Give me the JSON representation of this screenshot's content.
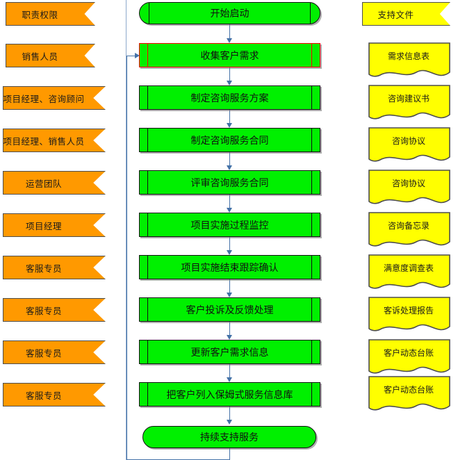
{
  "columns": {
    "responsibility_header": "职责权限",
    "process_header": "开始启动",
    "documents_header": "支持文件"
  },
  "responsibilities": [
    {
      "label": "职责权限",
      "role": "header"
    },
    {
      "label": "销售人员"
    },
    {
      "label": "项目经理、咨询顾问"
    },
    {
      "label": "项目经理、销售人员"
    },
    {
      "label": "运营团队"
    },
    {
      "label": "项目经理"
    },
    {
      "label": "客服专员"
    },
    {
      "label": "客服专员"
    },
    {
      "label": "客服专员"
    },
    {
      "label": "客服专员"
    }
  ],
  "process": {
    "start": {
      "label": "开始启动",
      "shape": "terminator"
    },
    "steps": [
      {
        "label": "收集客户需求",
        "shape": "predefined-process",
        "highlight": true,
        "border_color": "#ff0000"
      },
      {
        "label": "制定咨询服务方案",
        "shape": "predefined-process",
        "highlight": false,
        "border_color": "#111111"
      },
      {
        "label": "制定咨询服务合同",
        "shape": "predefined-process",
        "highlight": false,
        "border_color": "#111111"
      },
      {
        "label": "评审咨询服务合同",
        "shape": "predefined-process",
        "highlight": false,
        "border_color": "#111111"
      },
      {
        "label": "项目实施过程监控",
        "shape": "predefined-process",
        "highlight": false,
        "border_color": "#111111"
      },
      {
        "label": "项目实施结束跟踪确认",
        "shape": "predefined-process",
        "highlight": false,
        "border_color": "#111111"
      },
      {
        "label": "客户投诉及反馈处理",
        "shape": "predefined-process",
        "highlight": false,
        "border_color": "#111111"
      },
      {
        "label": "更新客户需求信息",
        "shape": "predefined-process",
        "highlight": false,
        "border_color": "#111111"
      },
      {
        "label": "把客户列入保姆式服务信息库",
        "shape": "predefined-process",
        "highlight": false,
        "border_color": "#111111"
      }
    ],
    "end": {
      "label": "持续支持服务",
      "shape": "terminator-rounded"
    },
    "feedback_loop": {
      "from": "持续支持服务",
      "to": "收集客户需求",
      "description": "loop back from end to first step"
    }
  },
  "documents": [
    {
      "label": "支持文件",
      "shape": "banner"
    },
    {
      "label": "需求信息表",
      "shape": "document"
    },
    {
      "label": "咨询建议书",
      "shape": "document"
    },
    {
      "label": "咨询协议",
      "shape": "document"
    },
    {
      "label": "咨询协议",
      "shape": "document"
    },
    {
      "label": "咨询备忘录",
      "shape": "document"
    },
    {
      "label": "满意度调查表",
      "shape": "document"
    },
    {
      "label": "客诉处理报告",
      "shape": "document"
    },
    {
      "label": "客户动态台账",
      "shape": "document"
    },
    {
      "label": "客户动态台账",
      "shape": "document"
    }
  ],
  "colors": {
    "responsibility_fill": "#ff9900",
    "document_fill": "#ffff00",
    "process_fill": "#00f000",
    "connector": "#4472a8",
    "highlight_border": "#ff0000",
    "default_border": "#111111",
    "divider": "#8ea9cb"
  }
}
